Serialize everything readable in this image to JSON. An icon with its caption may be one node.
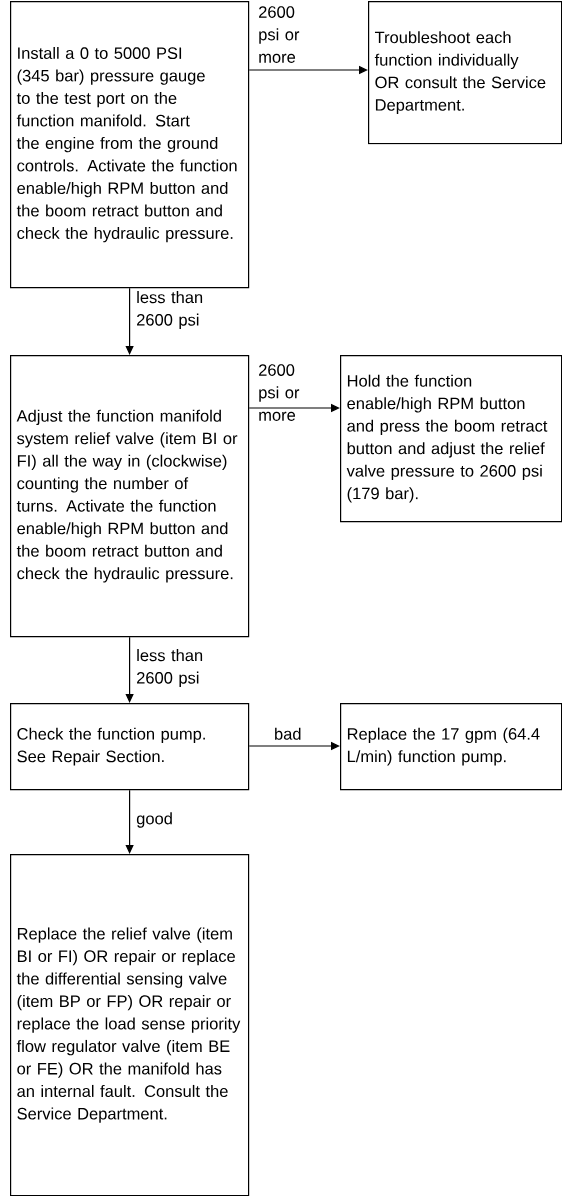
{
  "diagram": {
    "nodes": [
      {
        "text": [
          "Install a 0 to 5000 PSI (345 bar) pressure gauge to the test port on the function manifold. Start the engine from the ground controls. Activate the function enable/high RPM button and the boom retract button and check the hydraulic pressure."
        ]
      },
      {
        "text": [
          "Troubleshoot each function individually OR consult the Service Department."
        ]
      },
      {
        "text": [
          "Adjust the function manifold system relief valve (item BI or FI) all the way in (clockwise) counting the number of turns. Activate the function enable/high RPM button and the boom retract button and check the hydraulic pressure."
        ]
      },
      {
        "text": [
          "Hold the function enable/high RPM button and press the boom retract button and adjust the relief valve pressure to 2600 psi (179 bar)."
        ]
      },
      {
        "text": [
          "Check the function pump. See Repair Section."
        ]
      },
      {
        "text": [
          "Replace the 17 gpm (64.4 L/min) function pump."
        ]
      },
      {
        "text": [
          "Replace the relief valve (item BI or FI) OR repair or replace the differential sensing valve (item BP or FP) OR repair or replace the load sense priority flow regulator valve (item BE or FE) OR the manifold has an internal fault. Consult the Service Department."
        ]
      }
    ],
    "edges": [
      {
        "from": 0,
        "to": 1,
        "arrow": "to",
        "label": "2600 psi or more"
      },
      {
        "from": 0,
        "to": 2,
        "arrow": "to",
        "label": "less than 2600 psi"
      },
      {
        "from": 2,
        "to": 3,
        "arrow": "to",
        "label": "2600 psi or more"
      },
      {
        "from": 2,
        "to": 4,
        "arrow": "to",
        "label": "less than 2600 psi"
      },
      {
        "from": 4,
        "to": 5,
        "arrow": "to",
        "label": "bad"
      },
      {
        "from": 4,
        "to": 6,
        "arrow": "to",
        "label": "good"
      }
    ]
  }
}
